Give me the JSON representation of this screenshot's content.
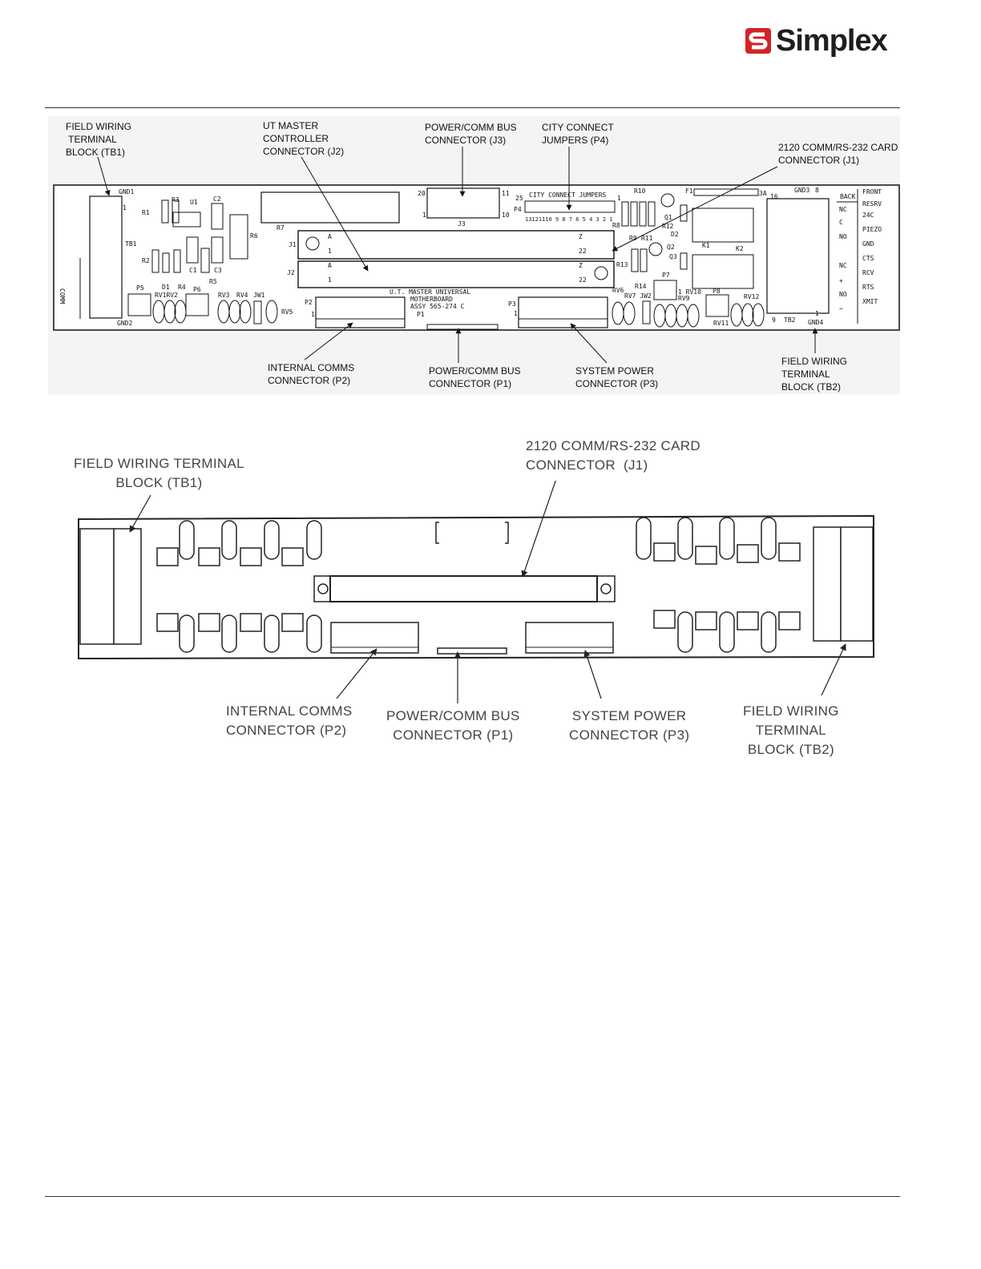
{
  "brand": {
    "name": "Simplex",
    "color": "#d2232a"
  },
  "figure1": {
    "labels": {
      "tb1": "FIELD WIRING\n TERMINAL\nBLOCK (TB1)",
      "j2": "UT MASTER\nCONTROLLER\nCONNECTOR (J2)",
      "j3": "POWER/COMM BUS\nCONNECTOR (J3)",
      "p4": "CITY CONNECT\nJUMPERS (P4)",
      "j1": "2120 COMM/RS-232 CARD\nCONNECTOR (J1)",
      "p2": "INTERNAL COMMS\nCONNECTOR (P2)",
      "p1": "POWER/COMM BUS\nCONNECTOR (P1)",
      "p3": "SYSTEM POWER\nCONNECTOR (P3)",
      "tb2": "FIELD WIRING\nTERMINAL\nBLOCK (TB2)"
    },
    "board_text": {
      "city_connect": "CITY CONNECT JUMPERS",
      "jumper_numbers": "13121110 9 8 7 6 5 4 3 2 1",
      "board_title_1": "U.T. MASTER UNIVERSAL",
      "board_title_2": "MOTHERBOARD",
      "board_title_3": "ASSY 565-274 C",
      "right_labels": [
        "FRONT",
        "RESRV",
        "24C",
        "PIEZO",
        "GND",
        "CTS",
        "RCV",
        "RTS",
        "XMIT"
      ]
    }
  },
  "figure2": {
    "labels": {
      "tb1": "FIELD WIRING TERMINAL\nBLOCK (TB1)",
      "j1": "2120 COMM/RS-232 CARD\nCONNECTOR  (J1)",
      "p2": "INTERNAL COMMS\nCONNECTOR (P2)",
      "p1": "POWER/COMM BUS\nCONNECTOR (P1)",
      "p3": "SYSTEM POWER\nCONNECTOR (P3)",
      "tb2": "FIELD WIRING\nTERMINAL\nBLOCK (TB2)"
    }
  }
}
